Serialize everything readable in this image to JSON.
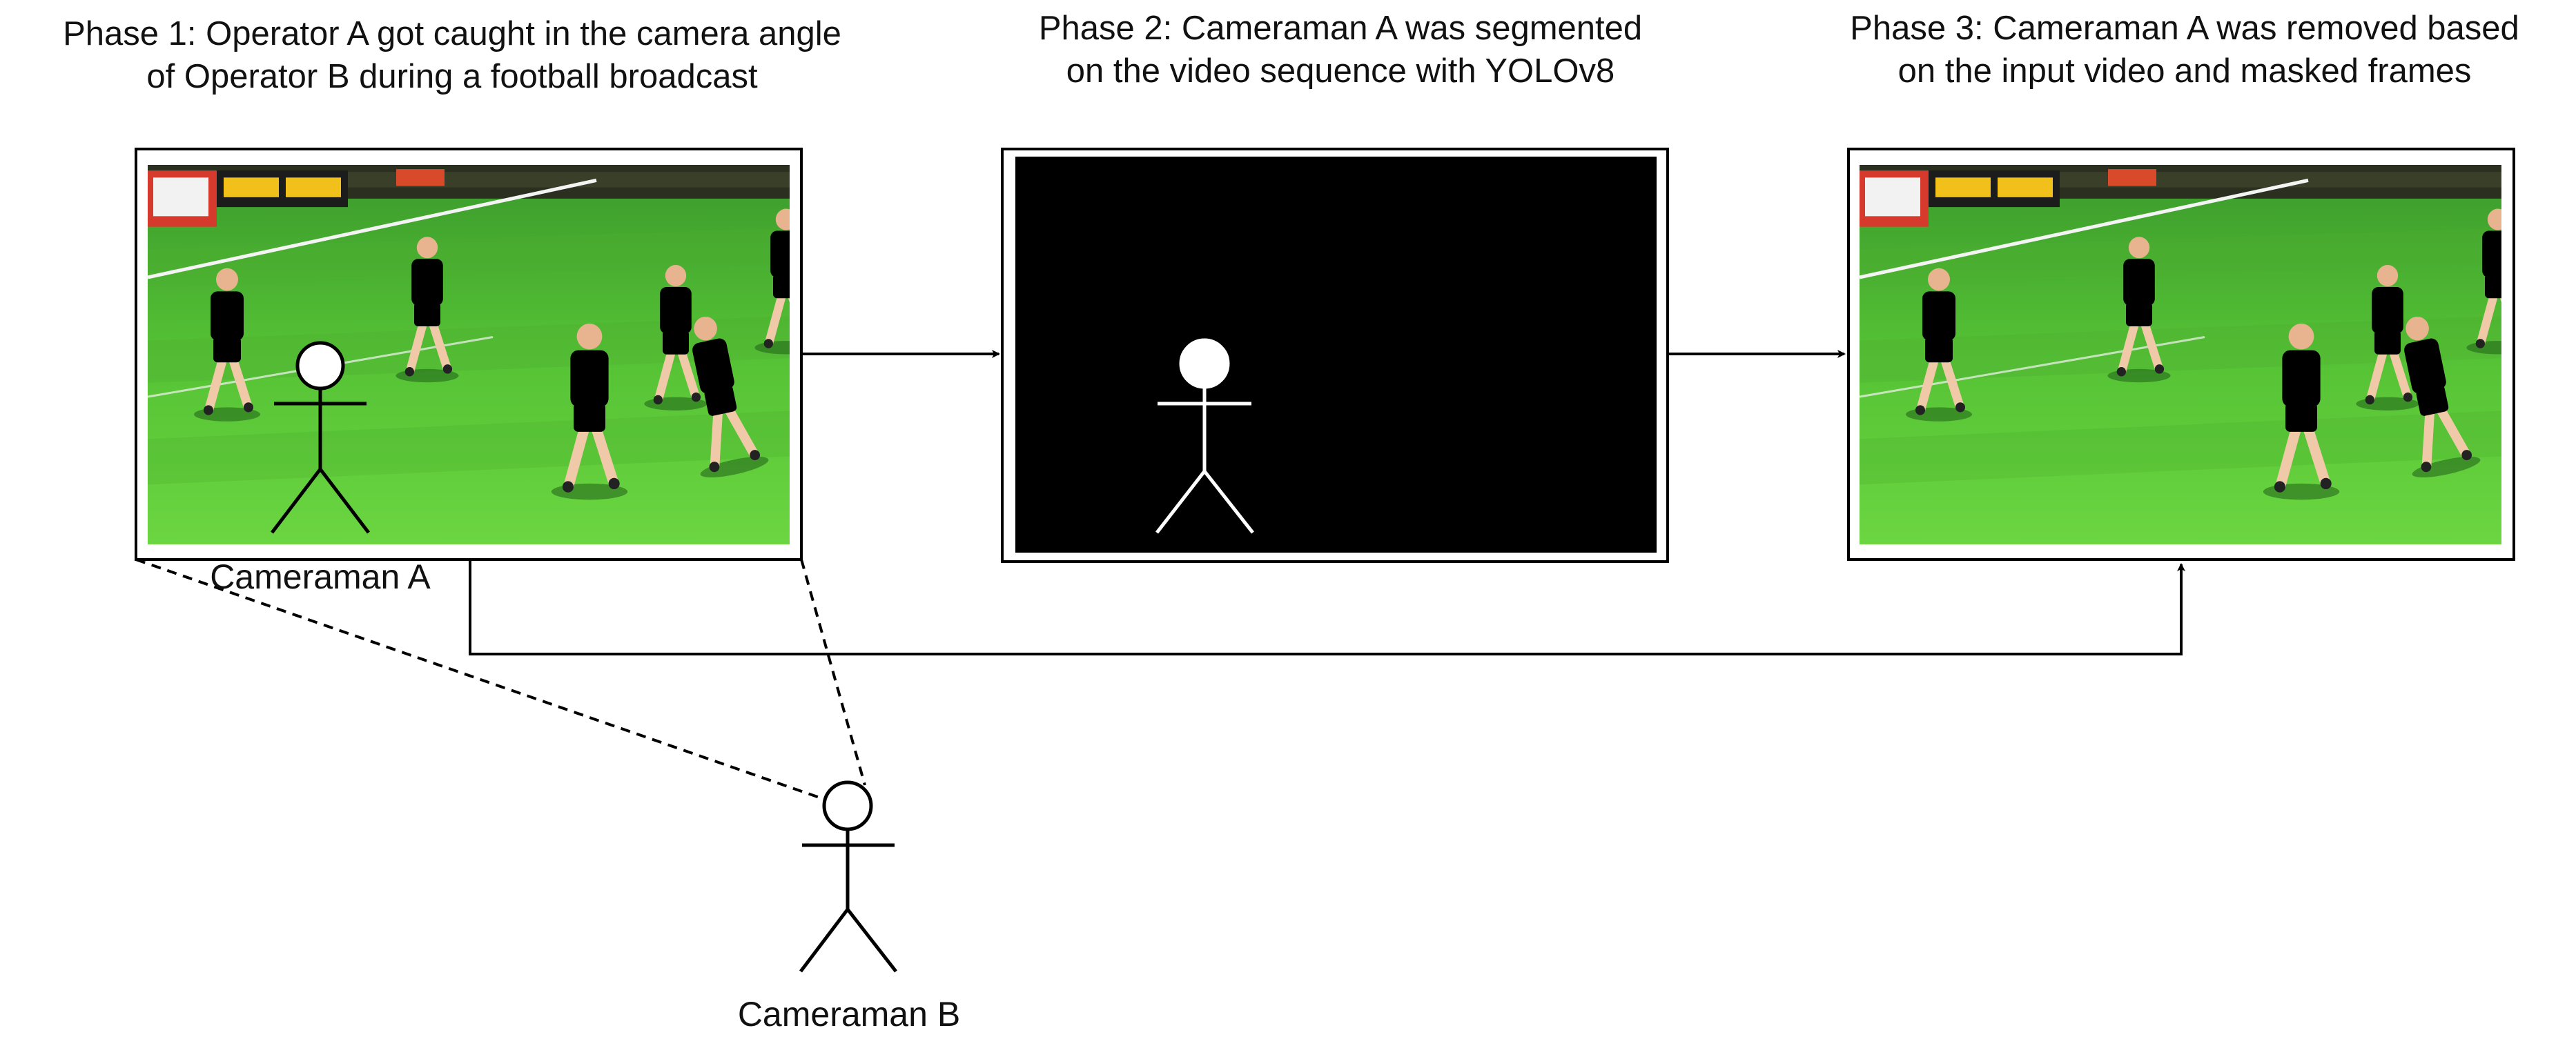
{
  "phases": [
    {
      "line1": "Phase 1: Operator A got caught in the camera angle",
      "line2": "of Operator B during a football broadcast"
    },
    {
      "line1": "Phase 2: Cameraman A was segmented",
      "line2": "on the video sequence with YOLOv8"
    },
    {
      "line1": "Phase 3: Cameraman A was removed based",
      "line2": "on the input video and masked frames"
    }
  ],
  "actors": {
    "cameraman_a": "Cameraman A",
    "cameraman_b": "Cameraman B"
  },
  "colors": {
    "pitch_light": "#5fd03a",
    "pitch_dark": "#3fa329",
    "mask_background": "#000000",
    "mask_figure": "#ffffff",
    "jersey_red": "#e23a22",
    "jersey_yellow": "#f4c21c",
    "jersey_white": "#f3f3f3",
    "keeper_dark": "#2a2a2a"
  }
}
